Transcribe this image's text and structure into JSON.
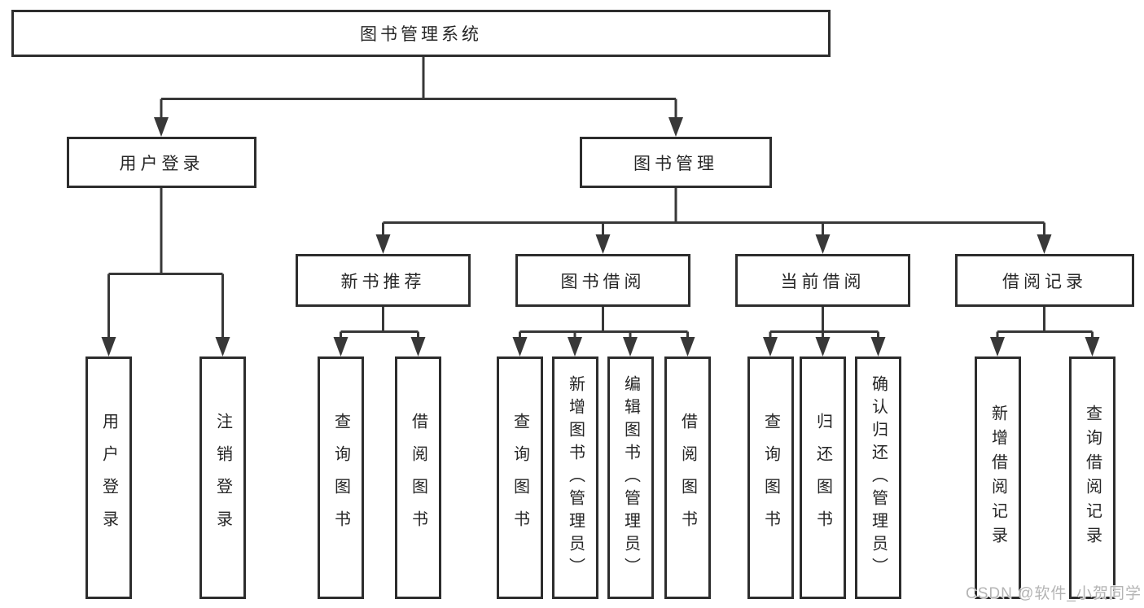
{
  "diagram": {
    "root": {
      "label": "图书管理系统"
    },
    "level2": [
      {
        "label": "用户登录"
      },
      {
        "label": "图书管理"
      }
    ],
    "level3": [
      {
        "label": "新书推荐"
      },
      {
        "label": "图书借阅"
      },
      {
        "label": "当前借阅"
      },
      {
        "label": "借阅记录"
      }
    ],
    "leaves": {
      "user_login": [
        {
          "label": "用户登录"
        },
        {
          "label": "注销登录"
        }
      ],
      "new_book_recommend": [
        {
          "label": "查询图书"
        },
        {
          "label": "借阅图书"
        }
      ],
      "book_borrow": [
        {
          "label": "查询图书"
        },
        {
          "label": "新增图书（管理员）"
        },
        {
          "label": "编辑图书（管理员）"
        },
        {
          "label": "借阅图书"
        }
      ],
      "current_borrow": [
        {
          "label": "查询图书"
        },
        {
          "label": "归还图书"
        },
        {
          "label": "确认归还（管理员）"
        }
      ],
      "borrow_records": [
        {
          "label": "新增借阅记录"
        },
        {
          "label": "查询借阅记录"
        }
      ]
    }
  },
  "watermark": {
    "text": "CSDN @软件_小贺同学"
  },
  "colors": {
    "line": "#383838",
    "box_border": "#2d2d2d",
    "text": "#262626",
    "watermark": "#b4b4b4",
    "background": "#ffffff"
  }
}
